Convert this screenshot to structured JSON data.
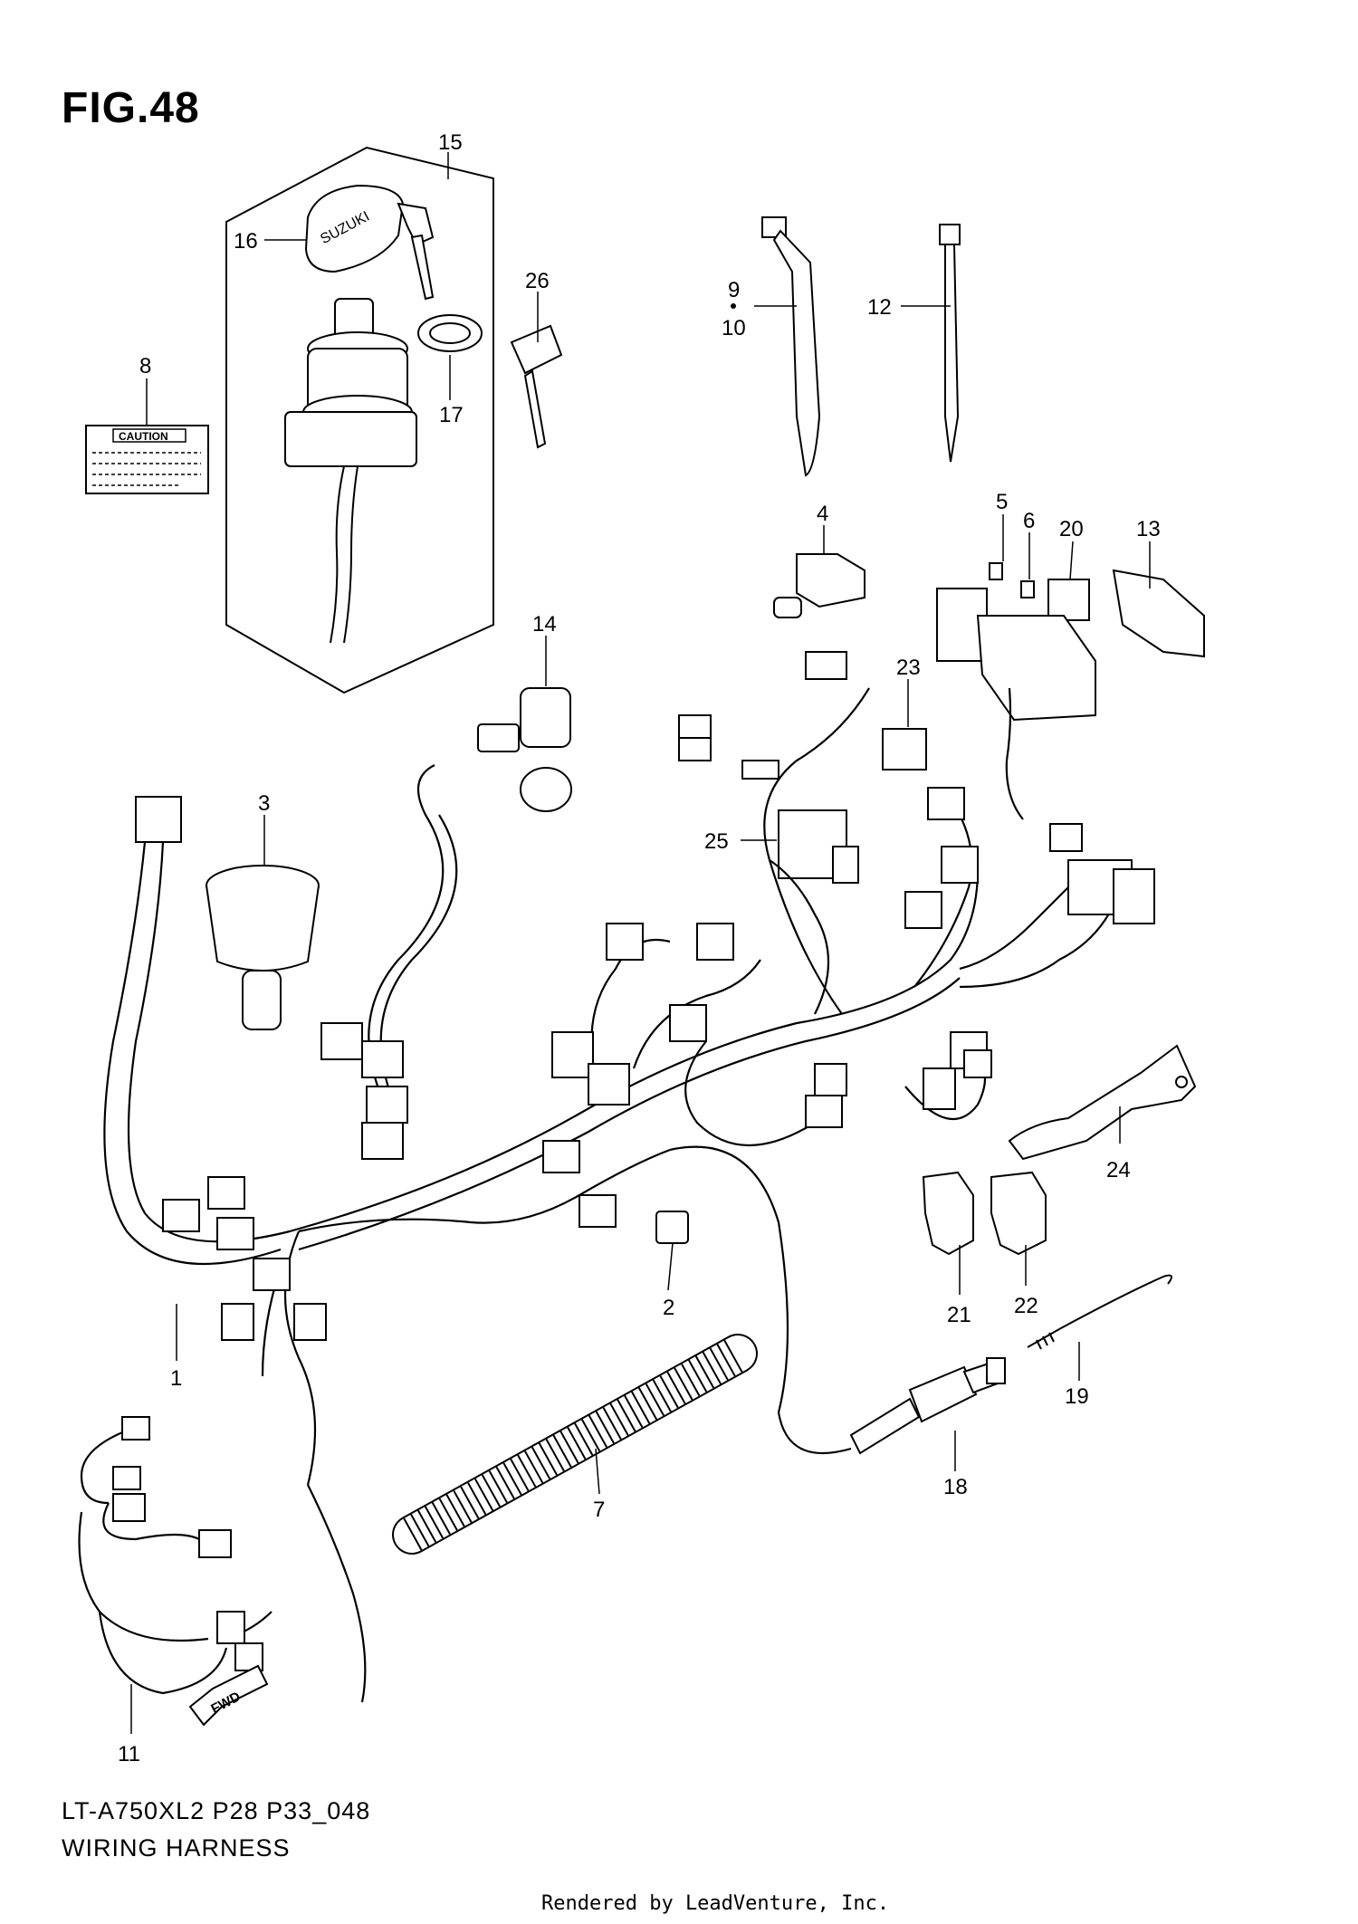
{
  "figure": {
    "title": "FIG.48",
    "model_code": "LT-A750XL2 P28 P33_048",
    "diagram_name": "WIRING HARNESS",
    "credit": "Rendered by LeadVenture, Inc."
  },
  "labels": {
    "caution_label": "CAUTION",
    "fwd_arrow": "FWD",
    "key_brand": "SUZUKI"
  },
  "callouts": [
    {
      "id": "c1",
      "text": "1"
    },
    {
      "id": "c2",
      "text": "2"
    },
    {
      "id": "c3",
      "text": "3"
    },
    {
      "id": "c4",
      "text": "4"
    },
    {
      "id": "c5",
      "text": "5"
    },
    {
      "id": "c6",
      "text": "6"
    },
    {
      "id": "c7",
      "text": "7"
    },
    {
      "id": "c8",
      "text": "8"
    },
    {
      "id": "c9",
      "text": "9"
    },
    {
      "id": "c11",
      "text": "11"
    },
    {
      "id": "c10",
      "text": "10"
    },
    {
      "id": "c12",
      "text": "12"
    },
    {
      "id": "c13",
      "text": "13"
    },
    {
      "id": "c14",
      "text": "14"
    },
    {
      "id": "c15",
      "text": "15"
    },
    {
      "id": "c16",
      "text": "16"
    },
    {
      "id": "c17",
      "text": "17"
    },
    {
      "id": "c18",
      "text": "18"
    },
    {
      "id": "c19",
      "text": "19"
    },
    {
      "id": "c20",
      "text": "20"
    },
    {
      "id": "c21",
      "text": "21"
    },
    {
      "id": "c22",
      "text": "22"
    },
    {
      "id": "c23",
      "text": "23"
    },
    {
      "id": "c24",
      "text": "24"
    },
    {
      "id": "c25",
      "text": "25"
    },
    {
      "id": "c26",
      "text": "26"
    }
  ]
}
